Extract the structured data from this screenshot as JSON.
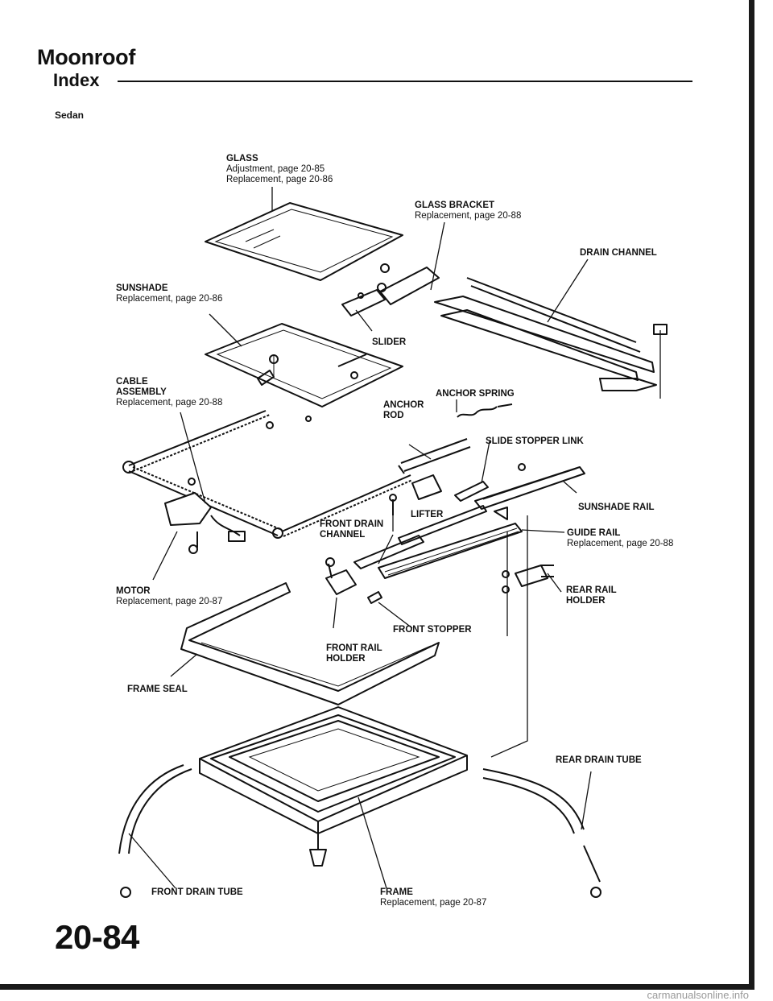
{
  "page": {
    "title": "Moonroof",
    "subtitle": "Index",
    "variant": "Sedan",
    "page_number": "20-84",
    "watermark": "carmanualsonline.info"
  },
  "callouts": {
    "glass": {
      "name": "GLASS",
      "line1": "Adjustment, page 20-85",
      "line2": "Replacement, page 20-86"
    },
    "glass_bracket": {
      "name": "GLASS BRACKET",
      "line1": "Replacement, page 20-88"
    },
    "drain_channel": {
      "name": "DRAIN CHANNEL"
    },
    "sunshade": {
      "name": "SUNSHADE",
      "line1": "Replacement, page 20-86"
    },
    "slider": {
      "name": "SLIDER"
    },
    "cable_assembly": {
      "name1": "CABLE",
      "name2": "ASSEMBLY",
      "line1": "Replacement, page 20-88"
    },
    "anchor_spring": {
      "name": "ANCHOR SPRING"
    },
    "anchor_rod": {
      "name1": "ANCHOR",
      "name2": "ROD"
    },
    "slide_stopper_link": {
      "name": "SLIDE STOPPER LINK"
    },
    "sunshade_rail": {
      "name": "SUNSHADE RAIL"
    },
    "lifter": {
      "name": "LIFTER"
    },
    "front_drain_channel": {
      "name1": "FRONT DRAIN",
      "name2": "CHANNEL"
    },
    "guide_rail": {
      "name": "GUIDE RAIL",
      "line1": "Replacement, page 20-88"
    },
    "motor": {
      "name": "MOTOR",
      "line1": "Replacement, page 20-87"
    },
    "rear_rail_holder": {
      "name1": "REAR RAIL",
      "name2": "HOLDER"
    },
    "front_stopper": {
      "name": "FRONT STOPPER"
    },
    "front_rail_holder": {
      "name1": "FRONT RAIL",
      "name2": "HOLDER"
    },
    "frame_seal": {
      "name": "FRAME SEAL"
    },
    "rear_drain_tube": {
      "name": "REAR DRAIN TUBE"
    },
    "front_drain_tube": {
      "name": "FRONT DRAIN TUBE"
    },
    "frame": {
      "name": "FRAME",
      "line1": "Replacement, page 20-87"
    }
  }
}
